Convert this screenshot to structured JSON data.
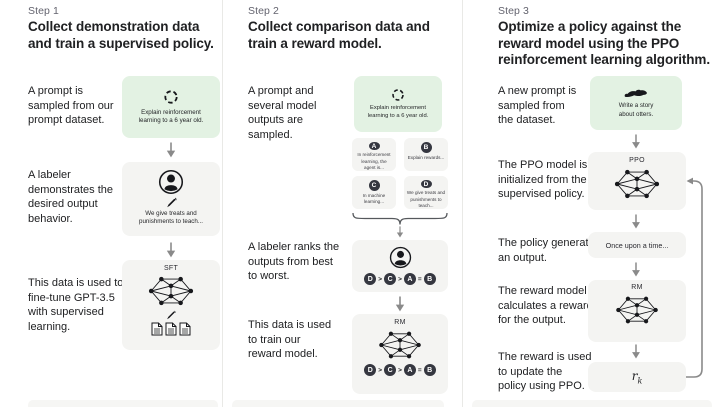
{
  "colors": {
    "green_box": "#e3f2e3",
    "gray_box": "#f4f4f2",
    "chip_dark": "#353740",
    "text": "#202123",
    "muted": "#63636e",
    "arrow": "#8a8a8a"
  },
  "columns": [
    {
      "step": "Step 1",
      "title": "Collect demonstration data\nand train a supervised policy.",
      "prompt_note": "A prompt is\nsampled from our\nprompt dataset.",
      "prompt_caption": "Explain reinforcement\nlearning to a 6 year old.",
      "labeler_note": "A labeler\ndemonstrates the\ndesired output\nbehavior.",
      "labeler_caption": "We give treats and\npunishments to teach...",
      "train_note": "This data is used to\nfine-tune GPT-3.5\nwith supervised\nlearning.",
      "model_label": "SFT"
    },
    {
      "step": "Step 2",
      "title": "Collect comparison data and\ntrain a reward model.",
      "prompt_note": "A prompt and\nseveral model\noutputs are\nsampled.",
      "prompt_caption": "Explain reinforcement\nlearning to a 6 year old.",
      "answers": [
        {
          "id": "A",
          "text": "In reinforcement\nlearning, the\nagent is..."
        },
        {
          "id": "B",
          "text": "Explain rewards..."
        },
        {
          "id": "C",
          "text": "In machine\nlearning..."
        },
        {
          "id": "D",
          "text": "We give treats and\npunishments to\nteach..."
        }
      ],
      "rank_note": "A labeler ranks the\noutputs from best\nto worst.",
      "rank_chips": [
        "D",
        "C",
        "A",
        "B"
      ],
      "rank_seps": [
        ">",
        ">",
        "="
      ],
      "train_note": "This data is used\nto train our\nreward model.",
      "model_label": "RM"
    },
    {
      "step": "Step 3",
      "title": "Optimize a policy against the\nreward model using the PPO\nreinforcement learning algorithm.",
      "prompt_note": "A new prompt is\nsampled from\nthe dataset.",
      "prompt_caption": "Write a story\nabout otters.",
      "ppo_note": "The PPO model is\ninitialized from the\nsupervised policy.",
      "ppo_label": "PPO",
      "output_note": "The policy generates\nan output.",
      "output_caption": "Once upon a time...",
      "rm_note": "The reward model\ncalculates a reward\nfor the output.",
      "rm_label": "RM",
      "reward_note": "The reward is used\nto update the\npolicy using PPO.",
      "reward_symbol": {
        "base": "r",
        "sub": "k"
      }
    }
  ]
}
